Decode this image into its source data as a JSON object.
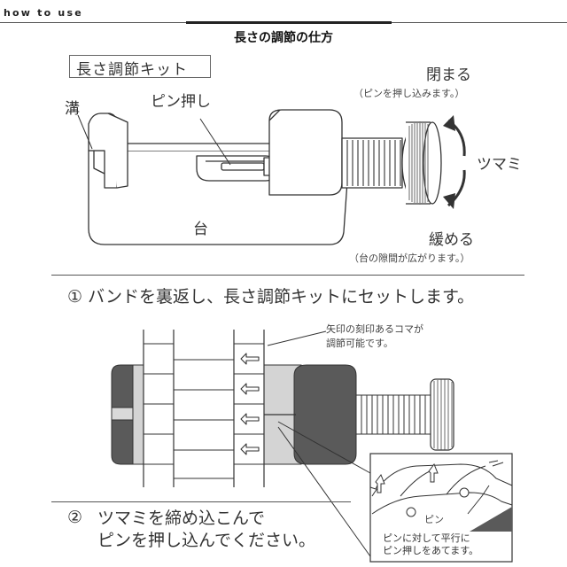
{
  "header": {
    "section_tag": "how to use",
    "title": "長さの調節の仕方"
  },
  "diagram1": {
    "kit_label": "長さ調節キット",
    "groove_label": "溝",
    "pin_push_label": "ピン押し",
    "base_label": "台",
    "close_label": "閉まる",
    "close_note": "（ピンを押し込みます。）",
    "knob_label": "ツマミ",
    "loosen_label": "緩める",
    "loosen_note": "（台の隙間が広がります。）"
  },
  "steps": {
    "step1": "① バンドを裏返し、長さ調節キットにセットします。",
    "step2_number": "②",
    "step2": "ツマミを締め込こんで\nピンを押し込んでください。"
  },
  "diagram2": {
    "arrow_koma_note": "矢印の刻印あるコマが\n調節可能です。",
    "inset_pin_label": "ピン",
    "inset_note": "ピンに対して平行に\nピン押しをあてます。"
  },
  "colors": {
    "line": "#333333",
    "dark_fill": "#5a5a5a",
    "light_fill": "#d4d4d4"
  }
}
